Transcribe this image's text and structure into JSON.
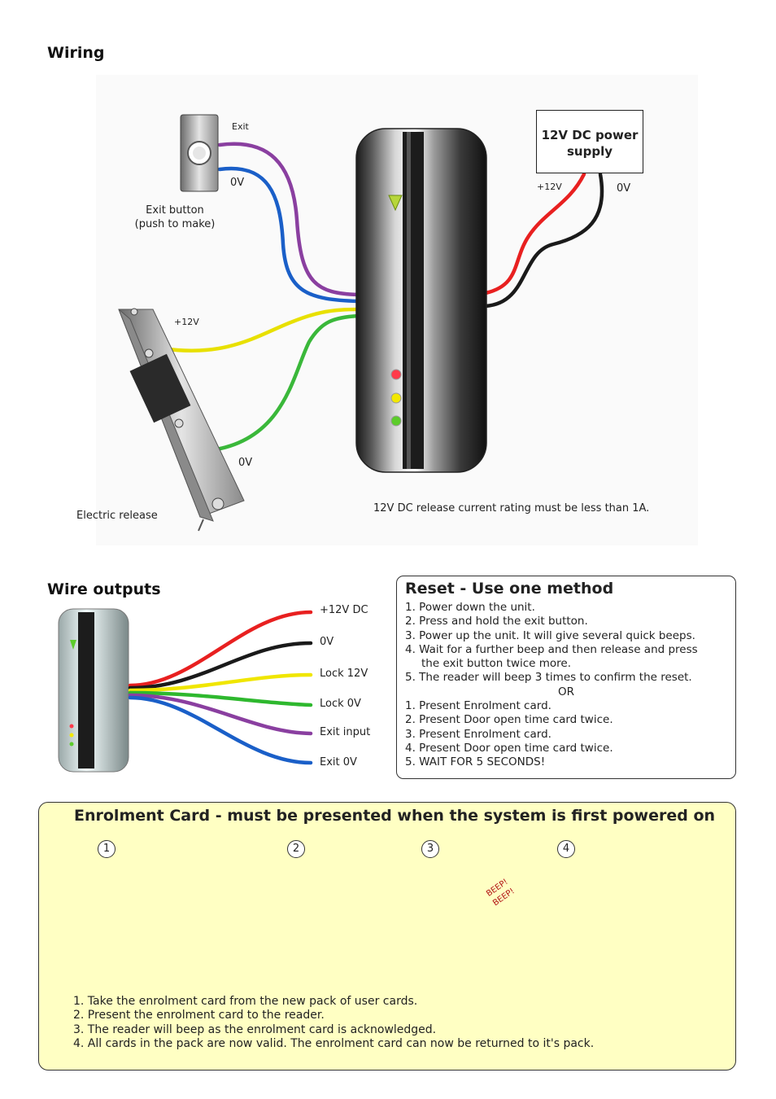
{
  "wiring": {
    "title": "Wiring",
    "exit_label": "Exit",
    "exit_0v": "0V",
    "exit_button_line1": "Exit button",
    "exit_button_line2": "(push to make)",
    "release_plus": "+12V",
    "release_0v": "0V",
    "release_name": "Electric release",
    "psu_line1": "12V DC power",
    "psu_line2": "supply",
    "psu_plus": "+12V",
    "psu_0v": "0V",
    "note": "12V DC release current rating must be less than 1A."
  },
  "wire_outputs": {
    "title": "Wire outputs",
    "wires": [
      {
        "label": "+12V DC",
        "color": "#e82020"
      },
      {
        "label": "0V",
        "color": "#1a1a1a"
      },
      {
        "label": "Lock 12V",
        "color": "#f0e600"
      },
      {
        "label": "Lock 0V",
        "color": "#2eb82e"
      },
      {
        "label": "Exit input",
        "color": "#8a3fa0"
      },
      {
        "label": "Exit 0V",
        "color": "#1a5fc8"
      }
    ]
  },
  "reset": {
    "title": "Reset - Use one method",
    "lines": [
      "1. Power down the unit.",
      "2. Press and hold the exit button.",
      "3. Power up the unit. It will give several quick beeps.",
      "4. Wait for a further beep and then release and press",
      "the exit button twice more.",
      "5. The reader will beep 3 times to confirm the reset.",
      "OR",
      "1. Present Enrolment card.",
      "2. Present Door open time card twice.",
      "3. Present Enrolment card.",
      "4. Present Door open time card twice.",
      "5. WAIT FOR 5 SECONDS!"
    ]
  },
  "enrolment": {
    "title": "Enrolment Card - must be presented when the system is first powered on",
    "steps": [
      "1",
      "2",
      "3",
      "4"
    ],
    "beep": "BEEP! BEEP!",
    "instructions": [
      "1. Take the enrolment card from the new pack of user cards.",
      "2. Present the enrolment card to the reader.",
      "3. The reader will beep as the enrolment card is acknowledged.",
      "4. All cards in the pack are now valid. The enrolment card can now be returned to it's pack."
    ]
  },
  "colors": {
    "red": "#e82020",
    "black": "#1a1a1a",
    "yellow": "#f0e600",
    "green": "#2eb82e",
    "purple": "#8a3fa0",
    "blue": "#1a5fc8",
    "enrol_bg": "#ffffc3"
  }
}
